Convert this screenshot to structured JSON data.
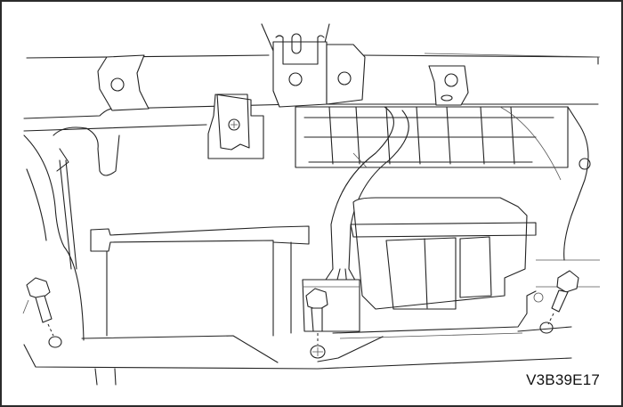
{
  "figure": {
    "code": "V3B39E17",
    "subject": "Instrument panel lower section with blower/module housing, wiring harness connector and three mounting bolts",
    "parts": [
      {
        "name": "mounting-bolt-left"
      },
      {
        "name": "mounting-bolt-center"
      },
      {
        "name": "mounting-bolt-right"
      },
      {
        "name": "wiring-harness"
      },
      {
        "name": "harness-connector"
      },
      {
        "name": "filter-grille"
      },
      {
        "name": "module-housing"
      },
      {
        "name": "upper-brackets"
      }
    ]
  }
}
